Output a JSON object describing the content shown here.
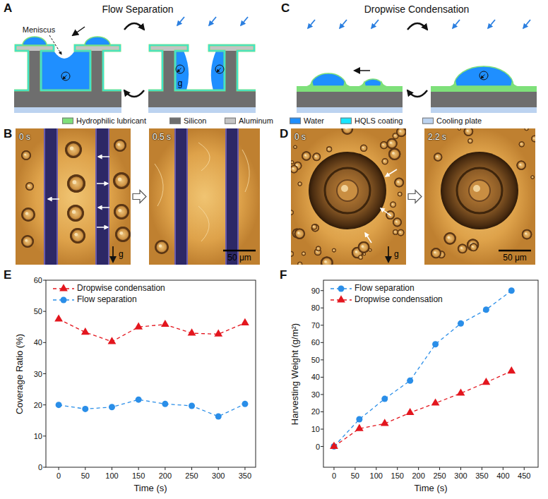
{
  "diagram": {
    "labels": [
      "A",
      "Flow Separation",
      "Meniscus",
      "g",
      "C",
      "Dropwise Condensation",
      "B",
      "0 s",
      "0.5 s",
      "g",
      "50 μm",
      "D",
      "0 s",
      "2.2 s",
      "g",
      "50 μm",
      "E",
      "Coverage Ratio (%)",
      "Time (s)",
      "0",
      "10",
      "20",
      "30",
      "40",
      "50",
      "60",
      "0",
      "50",
      "100",
      "150",
      "200",
      "250",
      "300",
      "350",
      "F",
      "Harvesting Weight (g/m²)",
      "Time (s)",
      "0",
      "10",
      "20",
      "30",
      "40",
      "50",
      "60",
      "70",
      "80",
      "90",
      "0",
      "50",
      "100",
      "150",
      "200",
      "250",
      "300",
      "350",
      "400",
      "450"
    ],
    "legend": [
      {
        "text": "Hydrophilic lubricant",
        "color": "#7ee07a"
      },
      {
        "text": "Silicon",
        "color": "#6e6e6e"
      },
      {
        "text": "Aluminum",
        "color": "#c4c4c4"
      },
      {
        "text": "Water",
        "color": "#1f8fff"
      },
      {
        "text": "HQLS coating",
        "color": "#19e6ff"
      },
      {
        "text": "Cooling plate",
        "color": "#bcd3f0"
      },
      {
        "text": "Dropwise condensation"
      },
      {
        "text": "Flow separation"
      },
      {
        "text": "Flow separation"
      },
      {
        "text": "Dropwise condensation"
      }
    ]
  }
}
